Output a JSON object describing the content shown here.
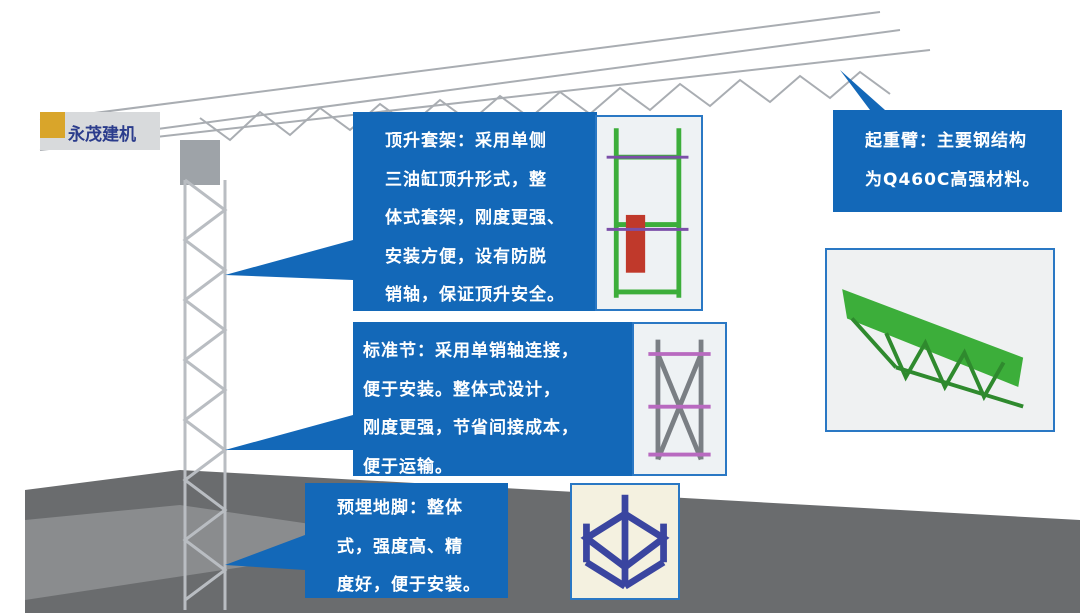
{
  "logo_text": "永茂建机",
  "callouts": {
    "jacking_frame": {
      "lines": [
        "顶升套架：采用单侧",
        "三油缸顶升形式，整",
        "体式套架，刚度更强、",
        "安装方便，设有防脱",
        "销轴，保证顶升安全。"
      ]
    },
    "standard_section": {
      "lines": [
        "标准节：采用单销轴连接，",
        "便于安装。整体式设计，",
        "刚度更强，节省间接成本，",
        "便于运输。"
      ]
    },
    "embedded_base": {
      "lines": [
        "预埋地脚：整体",
        "式，强度高、精",
        "度好，便于安装。"
      ]
    },
    "jib": {
      "lines": [
        "起重臂：主要钢结构",
        "为Q460C高强材料。"
      ]
    }
  },
  "colors": {
    "callout": "#1368b8",
    "frame_green": "#3cae3a",
    "tower": "#c8ccd0"
  }
}
